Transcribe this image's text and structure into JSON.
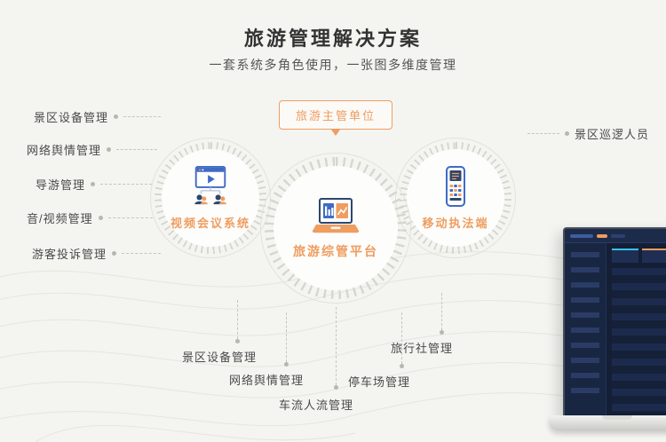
{
  "header": {
    "title": "旅游管理解决方案",
    "subtitle": "一套系统多角色使用，一张图多维度管理"
  },
  "diagram": {
    "top_badge": "旅游主管单位",
    "nodes": {
      "left": {
        "label": "视频会议系统",
        "icon": "video-conference-icon"
      },
      "center": {
        "label": "旅游综管平台",
        "icon": "laptop-chart-icon"
      },
      "right": {
        "label": "移动执法端",
        "icon": "mobile-terminal-icon"
      }
    },
    "left_labels": [
      "景区设备管理",
      "网络舆情管理",
      "导游管理",
      "音/视频管理",
      "游客投诉管理"
    ],
    "right_labels": [
      "景区巡逻人员"
    ],
    "bottom_labels": [
      "景区设备管理",
      "网络舆情管理",
      "车流人流管理",
      "停车场管理",
      "旅行社管理"
    ]
  },
  "colors": {
    "accent_orange": "#EF9D60",
    "icon_blue": "#3E6BC4",
    "icon_navy": "#2C4770",
    "background": "#F4F4F1",
    "title_text": "#333333",
    "label_text": "#4A4A4A",
    "dashboard_navy": "#141F36"
  }
}
